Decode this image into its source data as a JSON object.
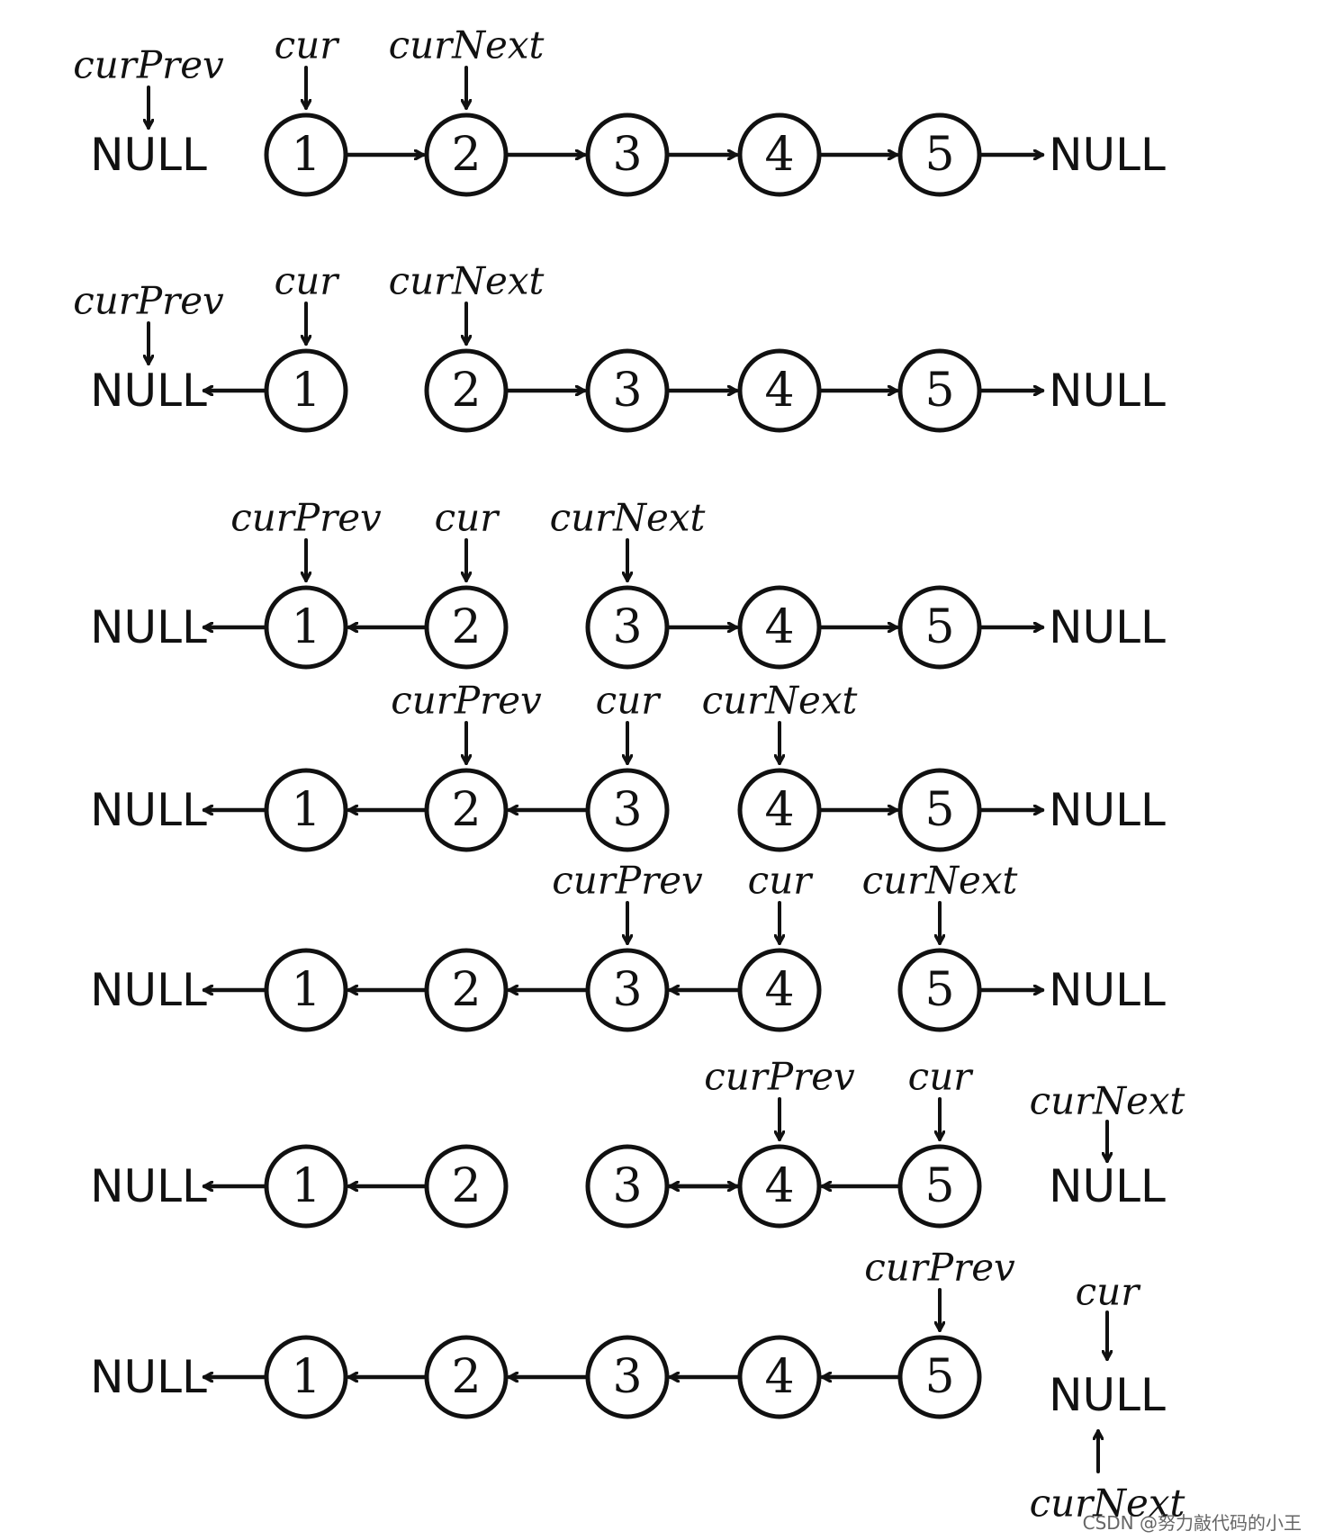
{
  "null_label": "NULL",
  "node_values": [
    "1",
    "2",
    "3",
    "4",
    "5"
  ],
  "pointer_names": {
    "prev": "curPrev",
    "cur": "cur",
    "next": "curNext"
  },
  "steps": [
    {
      "reversed_links": [
        false,
        false,
        false,
        false,
        false
      ],
      "pointers": {
        "prev": "left-null",
        "cur": 0,
        "next": 1
      }
    },
    {
      "reversed_links": [
        true,
        false,
        false,
        false,
        false
      ],
      "pointers": {
        "prev": "left-null",
        "cur": 0,
        "next": 1
      }
    },
    {
      "reversed_links": [
        true,
        true,
        false,
        false,
        false
      ],
      "pointers": {
        "prev": 0,
        "cur": 1,
        "next": 2
      }
    },
    {
      "reversed_links": [
        true,
        true,
        true,
        false,
        false
      ],
      "pointers": {
        "prev": 1,
        "cur": 2,
        "next": 3
      }
    },
    {
      "reversed_links": [
        true,
        true,
        true,
        true,
        false
      ],
      "pointers": {
        "prev": 2,
        "cur": 3,
        "next": 4
      }
    },
    {
      "reversed_links": [
        true,
        true,
        false,
        true,
        true
      ],
      "pointers": {
        "prev": 3,
        "cur": 4,
        "next": "right-null"
      }
    },
    {
      "reversed_links": [
        true,
        true,
        true,
        true,
        true
      ],
      "pointers": {
        "prev": 4,
        "cur": "right-null",
        "next": "right-null"
      }
    }
  ],
  "watermark": "CSDN @努力敲代码的小王"
}
